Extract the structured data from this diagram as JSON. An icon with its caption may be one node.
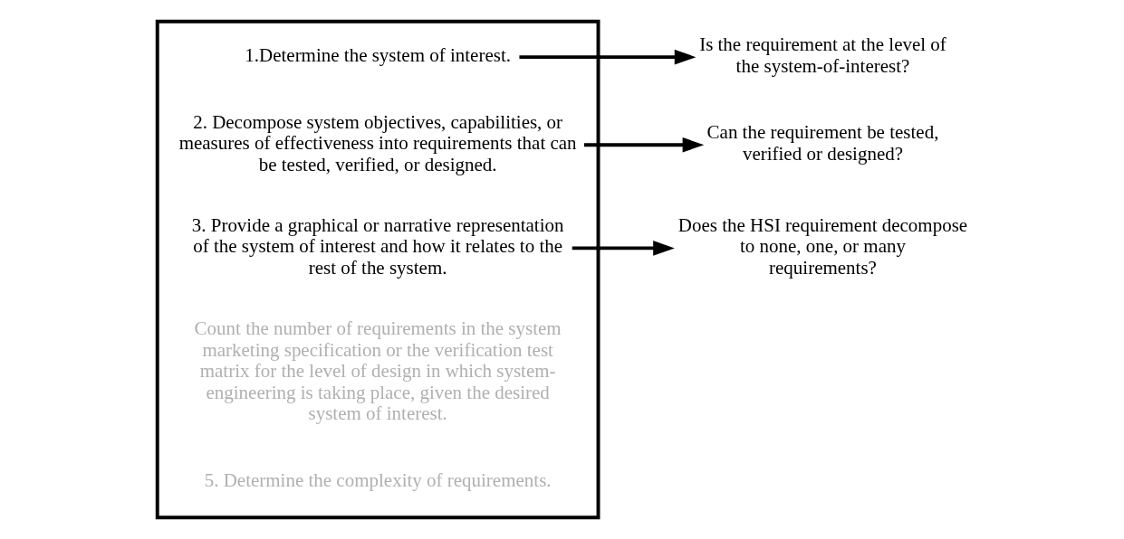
{
  "diagram": {
    "nodes": [
      {
        "text": [],
        "shape": "box"
      },
      {
        "text": [
          "1.Determine the system of interest."
        ],
        "in": 0
      },
      {
        "text": [
          "2. Decompose system objectives, capabilities, or measures of effectiveness into requirements that can be tested, verified, or designed."
        ],
        "in": 0
      },
      {
        "text": [
          "3. Provide a graphical or narrative representation of the system of interest and how it relates to the rest of the system."
        ],
        "in": 0
      },
      {
        "text": [
          "Count the number of requirements in the system marketing specification or the verification test matrix for the level of design in which system-engineering is taking place, given the desired system of interest."
        ],
        "in": 0
      },
      {
        "text": [
          "5. Determine the complexity of requirements."
        ],
        "in": 0
      },
      {
        "text": [
          "Is the requirement at the level of the system-of-interest?"
        ]
      },
      {
        "text": [
          "Can the requirement be tested, verified or designed?"
        ]
      },
      {
        "text": [
          "Does the HSI requirement decompose to none, one, or many requirements?"
        ]
      }
    ],
    "edges": [
      {
        "from": 1,
        "to": 6,
        "arrow": "to"
      },
      {
        "from": 2,
        "to": 7,
        "arrow": "to"
      },
      {
        "from": 3,
        "to": 8,
        "arrow": "to"
      }
    ]
  }
}
